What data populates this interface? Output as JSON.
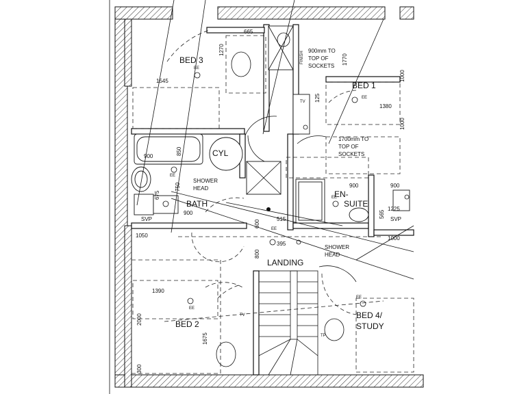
{
  "rooms": {
    "bed3": "BED 3",
    "bed1": "BED 1",
    "cyl": "CYL",
    "bath": "BATH",
    "en1": "EN-",
    "en2": "SUITE",
    "landing": "LANDING",
    "bed2": "BED 2",
    "bed4": "BED 4/",
    "study": "STUDY"
  },
  "notes": {
    "sockets1_l1": "900mm TO",
    "sockets1_l2": "TOP OF",
    "sockets1_l3": "SOCKETS",
    "sockets2_l1": "1700mm TO",
    "sockets2_l2": "TOP OF",
    "sockets2_l3": "SOCKETS",
    "shower1_l1": "SHOWER",
    "shower1_l2": "HEAD",
    "shower2_l1": "SHOWER",
    "shower2_l2": "HEAD",
    "svp": "SVP",
    "finish": "FINISH",
    "ee": "EE",
    "tv": "TV",
    "tp": "TP"
  },
  "dims": {
    "d665": "665",
    "d1270": "1270",
    "d1545": "1545",
    "d1770": "1770",
    "d125": "125",
    "d1380": "1380",
    "d1000a": "1000",
    "d1000b": "1000",
    "d900a": "900",
    "d850": "850",
    "d750": "750",
    "d900b": "900",
    "d675": "675",
    "d1050": "1050",
    "d600a": "600",
    "d515": "515",
    "d395": "395",
    "d800": "800",
    "d900c": "900",
    "d900d": "900",
    "d1225": "1225",
    "d565": "565",
    "d1000c": "1000",
    "d1390": "1390",
    "d2000": "2000",
    "d1675": "1675",
    "d300": "300"
  }
}
